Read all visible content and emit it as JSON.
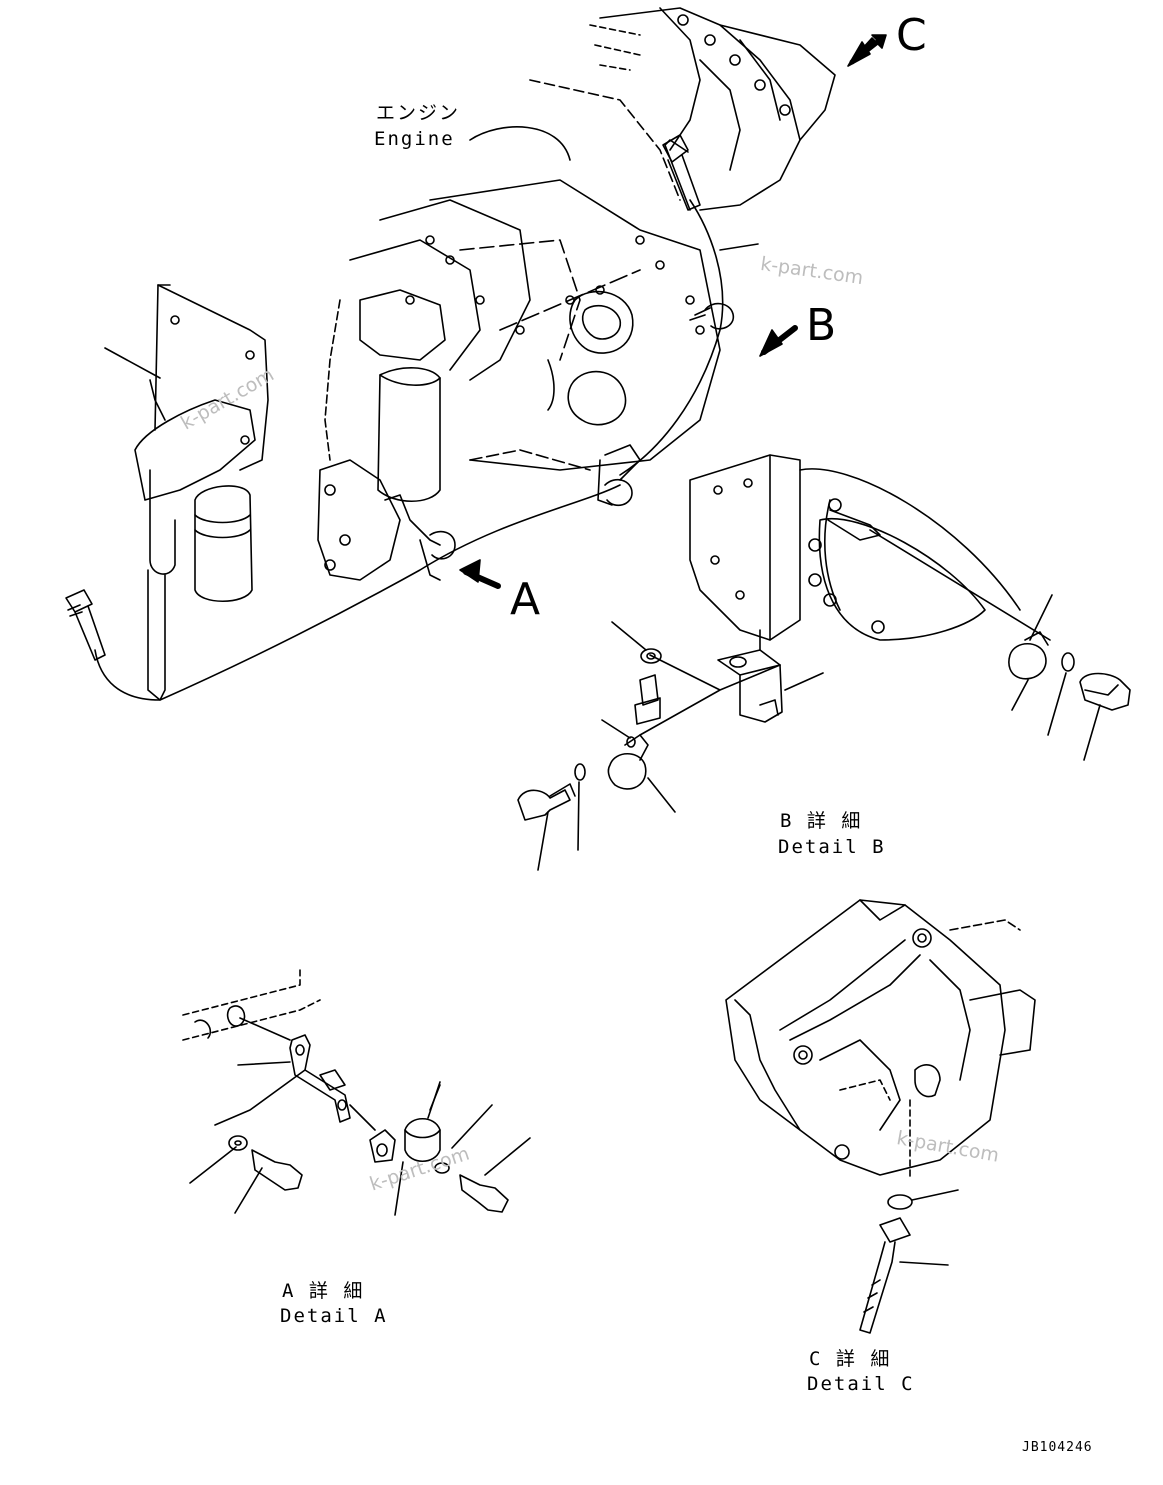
{
  "labels": {
    "engine_jp": "エンジン",
    "engine_en": "Engine",
    "view_a": "A",
    "view_b": "B",
    "view_c": "C",
    "detail_a_jp": "A 詳 細",
    "detail_a_en": "Detail A",
    "detail_b_jp": "B 詳 細",
    "detail_b_en": "Detail B",
    "detail_c_jp": "C 詳 細",
    "detail_c_en": "Detail C",
    "drawing_code": "JB104246"
  },
  "watermark": {
    "text": "k-part.com",
    "color": "#bdbdbd"
  },
  "colors": {
    "line": "#000000",
    "background": "#ffffff"
  }
}
